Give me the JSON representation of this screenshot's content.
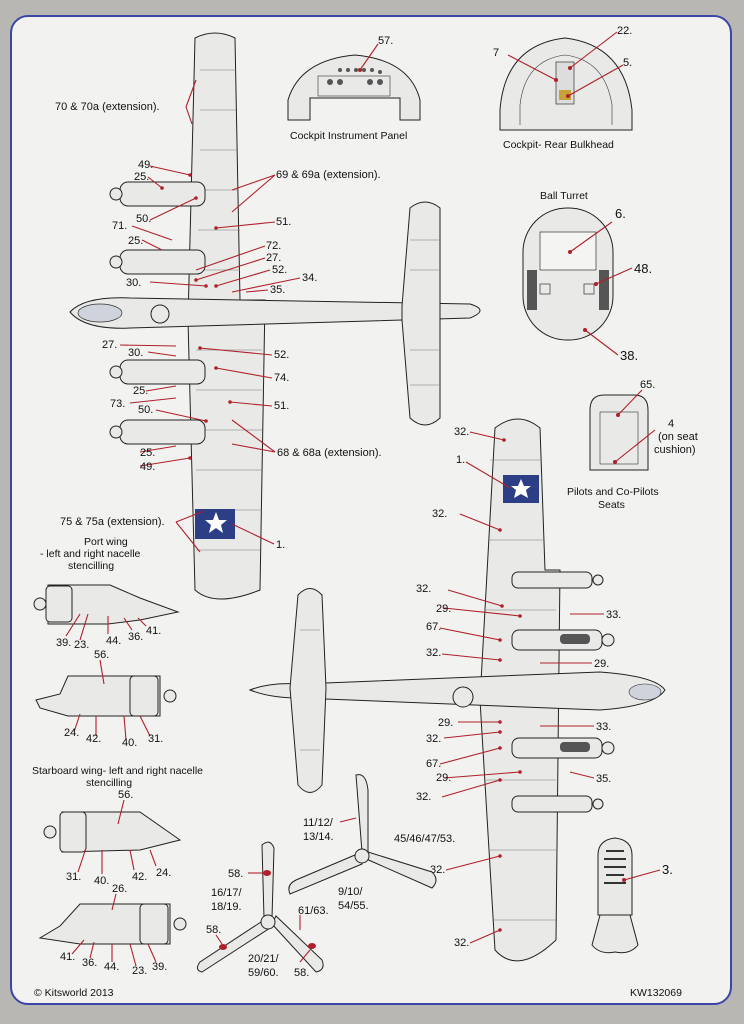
{
  "sheet": {
    "copyright": "© Kitsworld 2013",
    "product_code": "KW132069"
  },
  "panels": {
    "cockpit_panel": {
      "title": "Cockpit Instrument Panel",
      "label": "57."
    },
    "rear_bulkhead": {
      "title": "Cockpit- Rear Bulkhead",
      "labels": [
        "22.",
        "7",
        "5."
      ]
    },
    "ball_turret": {
      "title": "Ball Turret",
      "labels": [
        "6.",
        "48.",
        "38."
      ]
    },
    "seats": {
      "title_line1": "Pilots and Co-Pilots",
      "title_line2": "Seats",
      "label_65": "65.",
      "label_4_line1": "4",
      "label_4_line2": "(on seat",
      "label_4_line3": "cushion)"
    },
    "bomb": {
      "label": "3."
    }
  },
  "top_view": {
    "labels": {
      "l70": "70 & 70a (extension).",
      "l49a": "49.",
      "l25a": "25.",
      "l50a": "50.",
      "l71": "71.",
      "l25b": "25.",
      "l30a": "30.",
      "l69": "69 & 69a (extension).",
      "l51a": "51.",
      "l72": "72.",
      "l27a": "27.",
      "l52a": "52.",
      "l34": "34.",
      "l35": "35.",
      "l27b": "27.",
      "l30b": "30.",
      "l25c": "25.",
      "l73": "73.",
      "l50b": "50.",
      "l25d": "25.",
      "l49b": "49.",
      "l52b": "52.",
      "l74": "74.",
      "l51b": "51.",
      "l68": "68 & 68a (extension).",
      "l75": "75 & 75a (extension).",
      "l1": "1."
    }
  },
  "nacelles": {
    "port_title_1": "Port wing",
    "port_title_2": "- left and right nacelle",
    "port_title_3": "stencilling",
    "port_upper": [
      "39.",
      "23.",
      "44.",
      "36.",
      "41."
    ],
    "port_lower": [
      "56.",
      "24.",
      "42.",
      "40.",
      "31."
    ],
    "stbd_title_1": "Starboard wing- left and right nacelle",
    "stbd_title_2": "stencilling",
    "stbd_upper": [
      "56.",
      "31.",
      "40.",
      "42.",
      "24."
    ],
    "stbd_lower": [
      "26.",
      "41.",
      "36.",
      "44.",
      "23.",
      "39."
    ]
  },
  "underside_view": {
    "labels": {
      "a32": "32.",
      "a1": "1.",
      "b32": "32.",
      "c32": "32.",
      "a29": "29.",
      "a33": "33.",
      "a67": "67.",
      "d32": "32.",
      "b29": "29.",
      "c29": "29.",
      "b33": "33.",
      "e32": "32.",
      "b67": "67.",
      "d29": "29.",
      "a35": "35.",
      "f32": "32.",
      "g32": "32.",
      "h32": "32."
    }
  },
  "propellers": {
    "p1": "11/12/",
    "p2": "13/14.",
    "p3": "45/46/47/53.",
    "p4": "58.",
    "p5": "16/17/",
    "p6": "18/19.",
    "p7": "9/10/",
    "p8": "54/55.",
    "p9": "61/63.",
    "p10": "58.",
    "p11": "20/21/",
    "p12": "59/60.",
    "p13": "58."
  }
}
